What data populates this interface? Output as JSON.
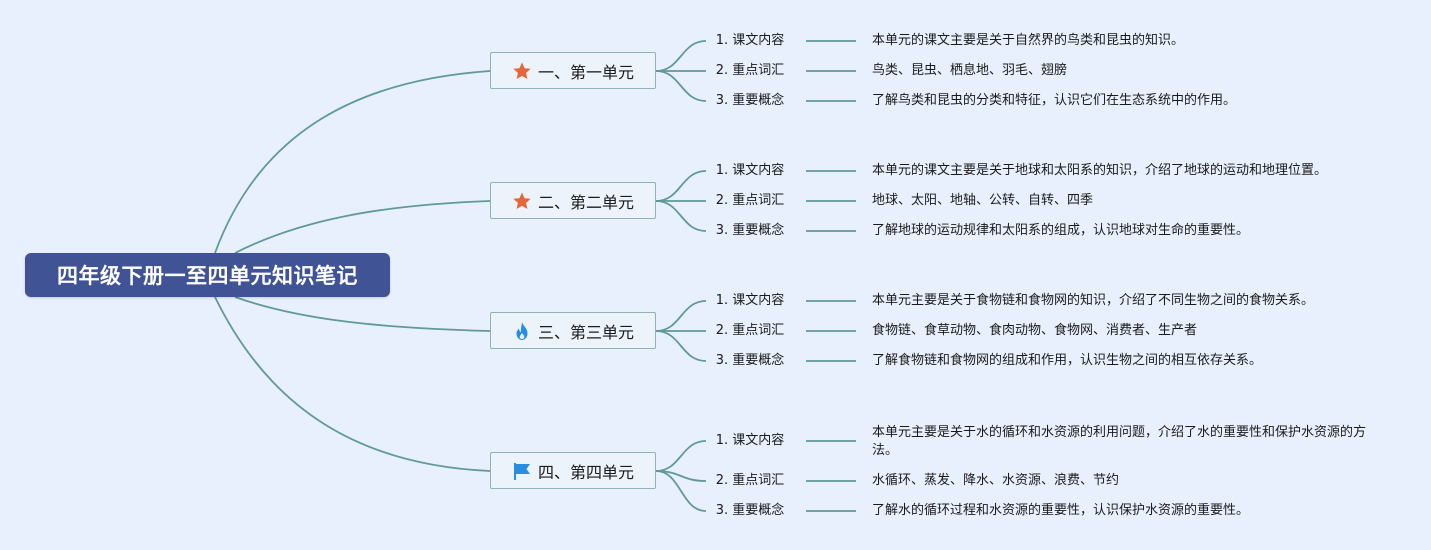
{
  "root": {
    "title": "四年级下册一至四单元知识笔记"
  },
  "units": [
    {
      "title": "一、第一单元",
      "icon": "star-icon",
      "icon_color": "#e8673a",
      "items": [
        {
          "label": "1. 课文内容",
          "text": "本单元的课文主要是关于自然界的鸟类和昆虫的知识。"
        },
        {
          "label": "2. 重点词汇",
          "text": "鸟类、昆虫、栖息地、羽毛、翅膀"
        },
        {
          "label": "3. 重要概念",
          "text": "了解鸟类和昆虫的分类和特征，认识它们在生态系统中的作用。"
        }
      ]
    },
    {
      "title": "二、第二单元",
      "icon": "star-icon",
      "icon_color": "#e8673a",
      "items": [
        {
          "label": "1. 课文内容",
          "text": "本单元的课文主要是关于地球和太阳系的知识，介绍了地球的运动和地理位置。"
        },
        {
          "label": "2. 重点词汇",
          "text": "地球、太阳、地轴、公转、自转、四季"
        },
        {
          "label": "3. 重要概念",
          "text": "了解地球的运动规律和太阳系的组成，认识地球对生命的重要性。"
        }
      ]
    },
    {
      "title": "三、第三单元",
      "icon": "flame-icon",
      "icon_color": "#2a8ee0",
      "items": [
        {
          "label": "1. 课文内容",
          "text": "本单元主要是关于食物链和食物网的知识，介绍了不同生物之间的食物关系。"
        },
        {
          "label": "2. 重点词汇",
          "text": "食物链、食草动物、食肉动物、食物网、消费者、生产者"
        },
        {
          "label": "3. 重要概念",
          "text": "了解食物链和食物网的组成和作用，认识生物之间的相互依存关系。"
        }
      ]
    },
    {
      "title": "四、第四单元",
      "icon": "flag-icon",
      "icon_color": "#2a8ee0",
      "items": [
        {
          "label": "1. 课文内容",
          "text": "本单元主要是关于水的循环和水资源的利用问题，介绍了水的重要性和保护水资源的方法。"
        },
        {
          "label": "2. 重点词汇",
          "text": "水循环、蒸发、降水、水资源、浪费、节约"
        },
        {
          "label": "3. 重要概念",
          "text": "了解水的循环过程和水资源的重要性，认识保护水资源的重要性。"
        }
      ]
    }
  ],
  "colors": {
    "line": "#5f9a96",
    "root_bg": "#3f5395",
    "background": "#e8f0fd"
  }
}
